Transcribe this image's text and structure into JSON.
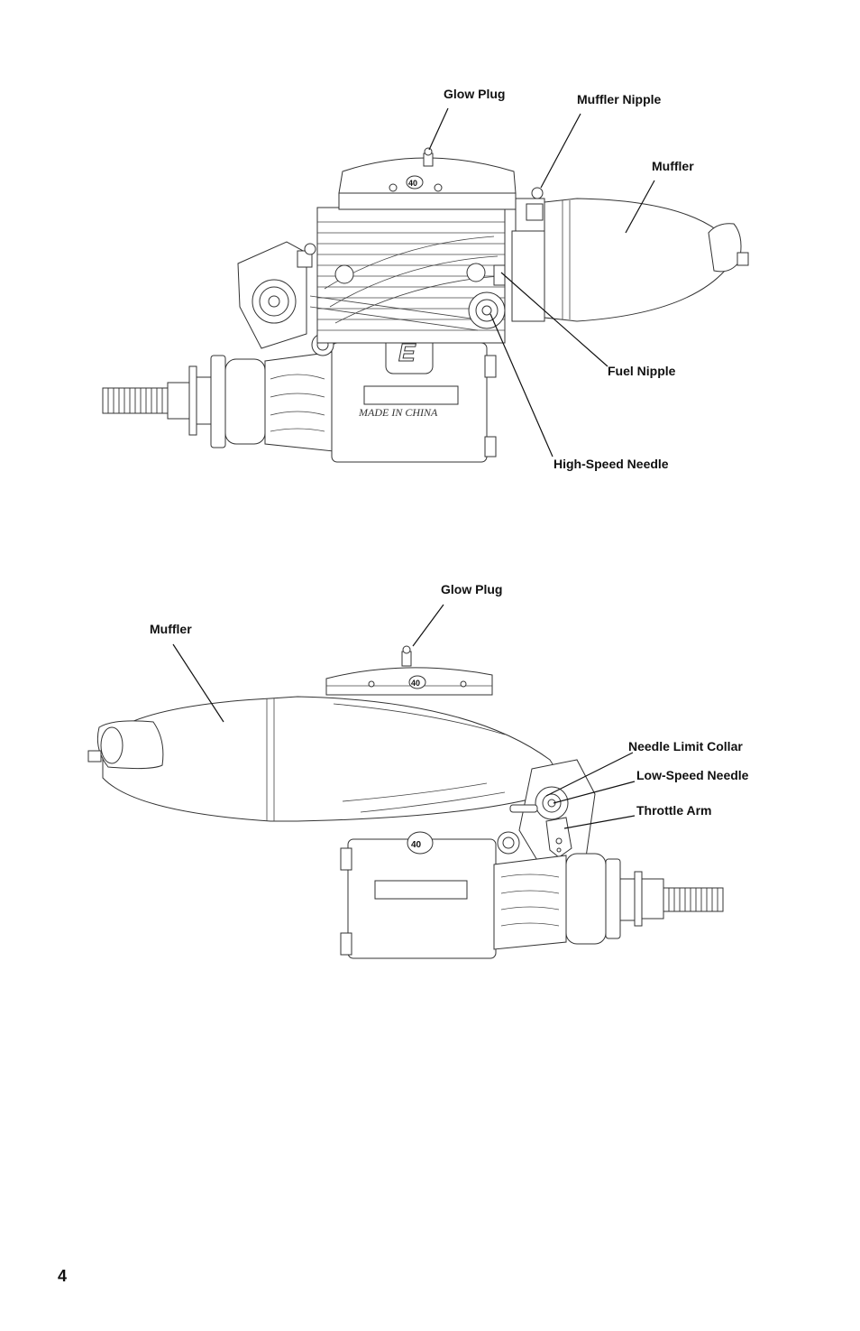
{
  "diagram_top": {
    "labels": {
      "glow_plug": "Glow Plug",
      "muffler_nipple": "Muffler Nipple",
      "muffler": "Muffler",
      "fuel_nipple": "Fuel Nipple",
      "high_speed_needle": "High-Speed Needle"
    },
    "markings": {
      "head_number": "40",
      "crankcase_text": "MADE IN CHINA",
      "logo_letter": "E"
    }
  },
  "diagram_bottom": {
    "labels": {
      "glow_plug": "Glow Plug",
      "muffler": "Muffler",
      "needle_limit_collar": "Needle Limit Collar",
      "low_speed_needle": "Low-Speed Needle",
      "throttle_arm": "Throttle Arm"
    },
    "markings": {
      "head_number": "40",
      "crankcase_number": "40"
    }
  },
  "page": {
    "number": "4"
  }
}
